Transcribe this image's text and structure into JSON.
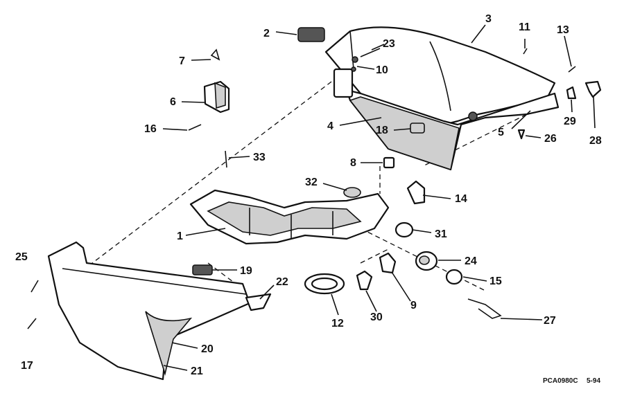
{
  "labels": {
    "n1": "1",
    "n2": "2",
    "n3": "3",
    "n4": "4",
    "n5": "5",
    "n6": "6",
    "n7": "7",
    "n8": "8",
    "n9": "9",
    "n10": "10",
    "n11": "11",
    "n12": "12",
    "n13": "13",
    "n14": "14",
    "n15": "15",
    "n16": "16",
    "n17": "17",
    "n18": "18",
    "n19": "19",
    "n20": "20",
    "n21": "21",
    "n22": "22",
    "n23": "23",
    "n24": "24",
    "n25": "25",
    "n26": "26",
    "n27": "27",
    "n28": "28",
    "n29": "29",
    "n30": "30",
    "n31": "31",
    "n32": "32",
    "n33": "33"
  },
  "footer": {
    "code": "PCA0980C",
    "date": "5-94"
  }
}
